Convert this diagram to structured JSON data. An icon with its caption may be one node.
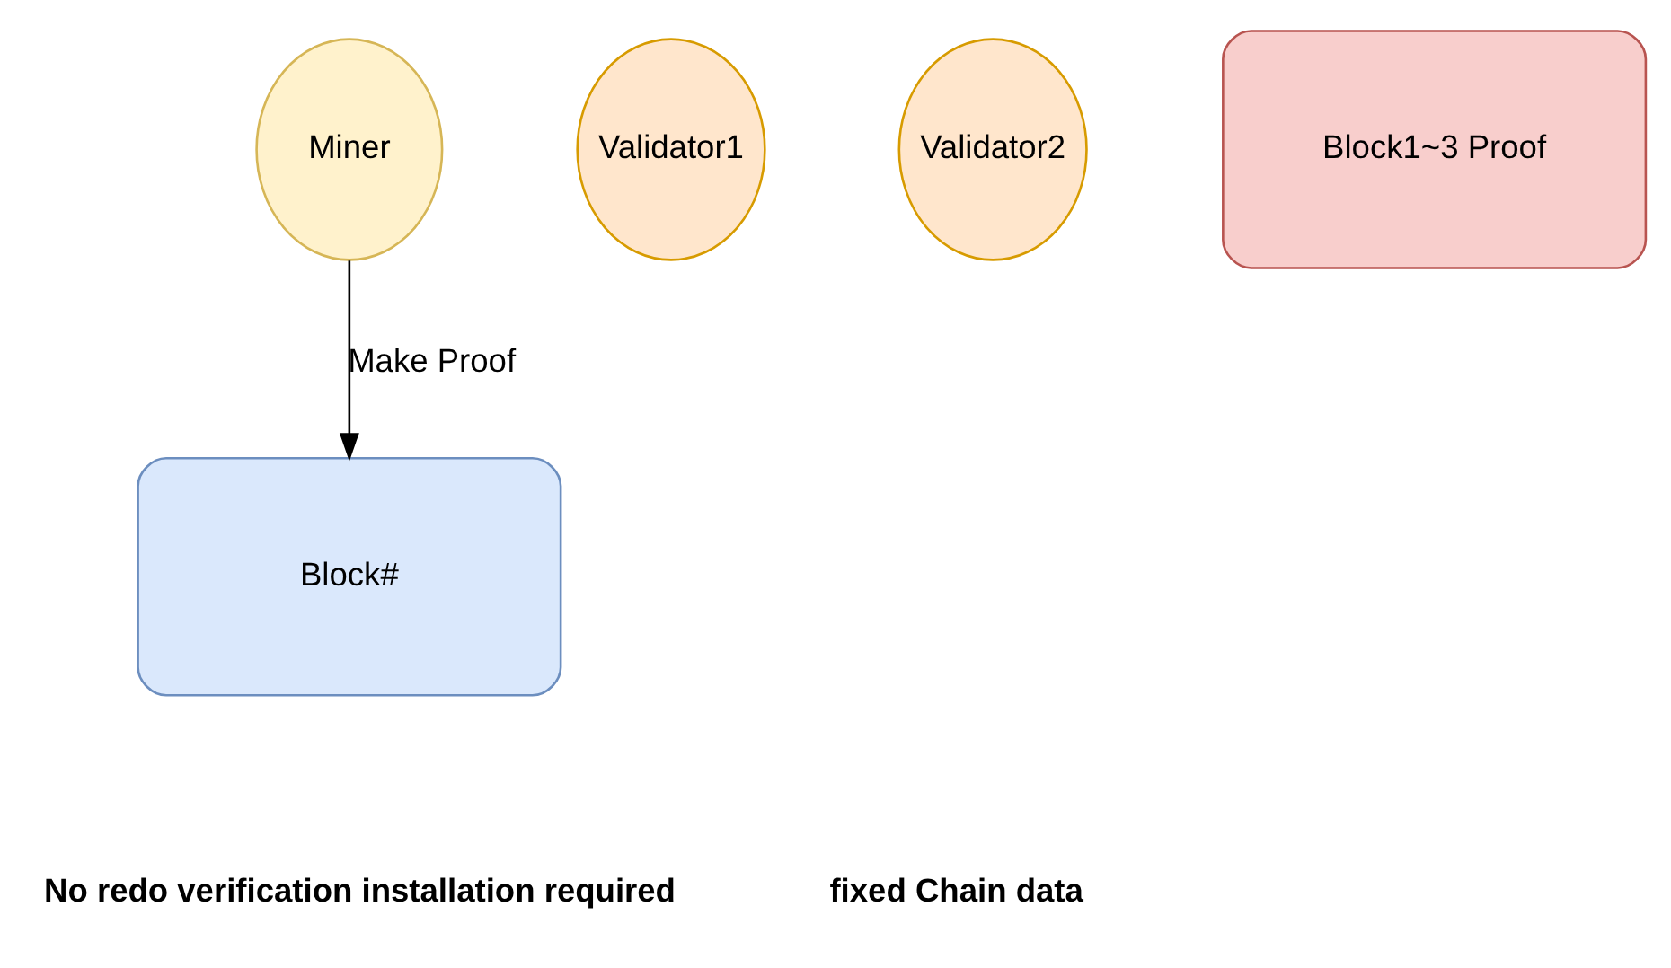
{
  "diagram": {
    "nodes": [
      {
        "text": [
          "Miner"
        ]
      },
      {
        "text": [
          "Validator1"
        ]
      },
      {
        "text": [
          "Validator2"
        ]
      },
      {
        "text": [
          "Block#"
        ]
      },
      {
        "text": [
          "Block1~3 Proof"
        ]
      }
    ],
    "edges": [
      {
        "from": 0,
        "to": 3,
        "arrow": "to",
        "label": "Make Proof"
      }
    ],
    "labels": [
      "No redo verification installation required",
      "fixed Chain data"
    ]
  }
}
